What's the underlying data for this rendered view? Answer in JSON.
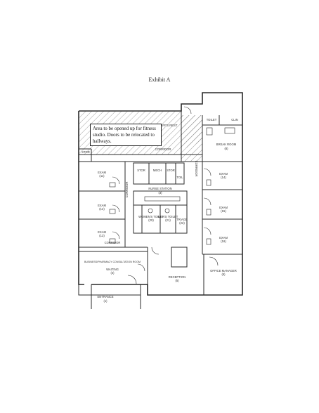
{
  "document": {
    "title": "Exhibit A",
    "callout": "Area to be opened up for fitness studio. Doors to be relocated to hallways."
  },
  "rooms": {
    "toilet_top": "TOILET",
    "clinic_top": "CLIN",
    "staffs_rest": "STAFF'S REST",
    "break_room": "BREAK ROOM",
    "stor_top": "STOR",
    "corridor_top": "CORRIDOR",
    "stor_left": "STOR",
    "mech": "MECH",
    "stor_right": "STOR",
    "toilet_small": "TOIL",
    "exam_1": "EXAM",
    "exam_2": "EXAM",
    "exam_3": "EXAM",
    "exam_4": "EXAM",
    "exam_5": "EXAM",
    "exam_6": "EXAM",
    "corridor_left": "CORRIDOR",
    "corridor_right": "CORRIDOR",
    "nurse_station": "NURSE STATION",
    "womens_toilet": "WOMEN'S TOILET",
    "mens_toilet": "MEN'S TOILET",
    "triage": "TRIAGE",
    "corridor_mid": "CORRIDOR",
    "waiting_header": "BUSINESS/PHARMACY CONSULTATION ROOM",
    "waiting": "WAITING",
    "reception": "RECEPTION",
    "office_manager": "OFFICE MANAGER",
    "entrance": "ENTRANCE"
  },
  "room_numbers": {
    "exam_1": "(11)",
    "exam_2": "(12)",
    "exam_3": "(13)",
    "exam_4": "(14)",
    "exam_5": "(15)",
    "exam_6": "(16)",
    "nurse_station": "(3)",
    "womens_toilet": "(20)",
    "mens_toilet": "(21)",
    "triage": "(22)",
    "waiting": "(4)",
    "reception": "(5)",
    "office_manager": "(6)",
    "entrance": "(1)",
    "break_room": "(8)"
  },
  "colors": {
    "ink": "#2a2a2a",
    "hatch": "#6a6a6a"
  }
}
